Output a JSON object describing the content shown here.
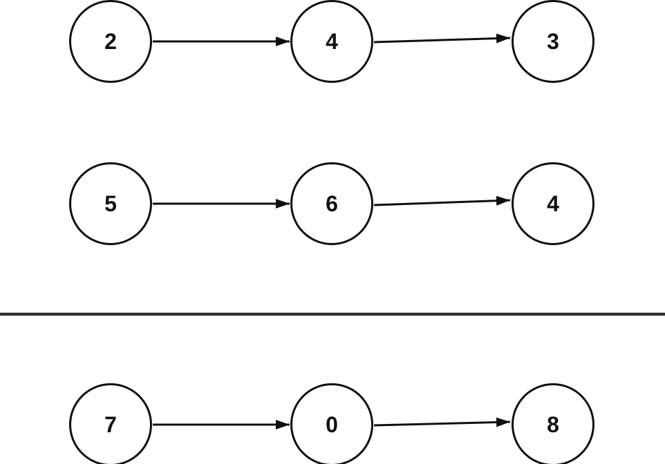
{
  "diagram": {
    "lists": [
      {
        "id": "list-1",
        "nodes": [
          "2",
          "4",
          "3"
        ]
      },
      {
        "id": "list-2",
        "nodes": [
          "5",
          "6",
          "4"
        ]
      },
      {
        "id": "list-3",
        "nodes": [
          "7",
          "0",
          "8"
        ]
      }
    ],
    "colors": {
      "background": "#ffffff",
      "node_fill": "#ffffff",
      "node_stroke": "#0f0f0f",
      "node_label": "#111111",
      "arrow": "#0f0f0f",
      "divider": "#2f2f2f"
    }
  }
}
